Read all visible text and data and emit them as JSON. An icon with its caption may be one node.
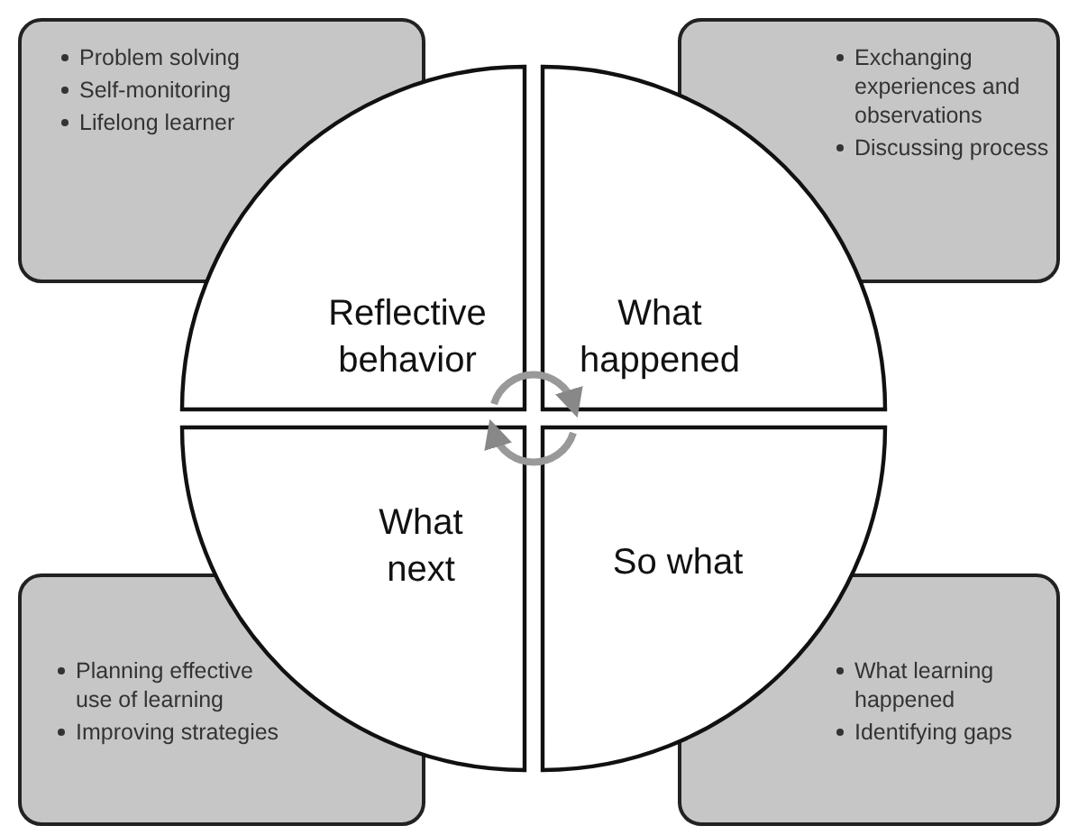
{
  "diagram": {
    "nodes": [
      {
        "text": [
          "Problem solving",
          "Self-monitoring",
          "Lifelong learner"
        ]
      },
      {
        "text": [
          "Exchanging experiences and observations",
          "Discussing process"
        ]
      },
      {
        "text": [
          "Reflective behavior"
        ]
      },
      {
        "text": [
          "What happened"
        ]
      },
      {
        "text": [
          "What next"
        ]
      },
      {
        "text": [
          "So what"
        ]
      },
      {
        "text": [
          "Planning effective use of learning",
          "Improving strategies"
        ]
      },
      {
        "text": [
          "What learning happened",
          "Identifying gaps"
        ]
      }
    ],
    "edges": [
      {
        "from": 2,
        "to": 3,
        "arrow": "to"
      },
      {
        "from": 5,
        "to": 4,
        "arrow": "to"
      }
    ]
  }
}
